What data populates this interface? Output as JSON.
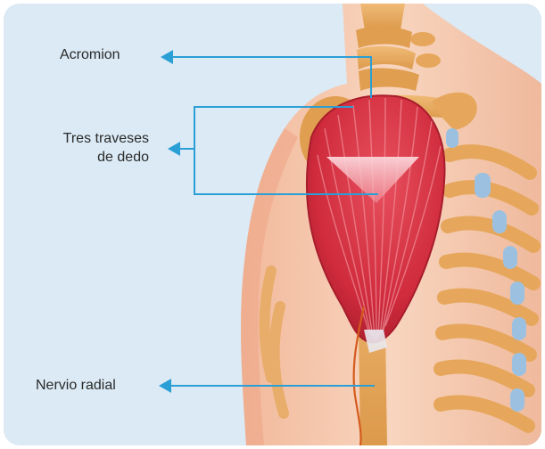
{
  "labels": {
    "acromion": "Acromion",
    "tres_traveses_line1": "Tres traveses",
    "tres_traveses_line2": "de dedo",
    "nervio_radial": "Nervio radial"
  },
  "colors": {
    "background": "#dbeaf5",
    "skin": "#f6cdb2",
    "skin_shadow": "#eaa58a",
    "bone": "#e6a75c",
    "cartilage": "#9cc1e0",
    "muscle": "#cf2b3c",
    "muscle_light": "#ef8793",
    "nerve": "#d45b1e",
    "leader_line": "#2a9fd6"
  }
}
